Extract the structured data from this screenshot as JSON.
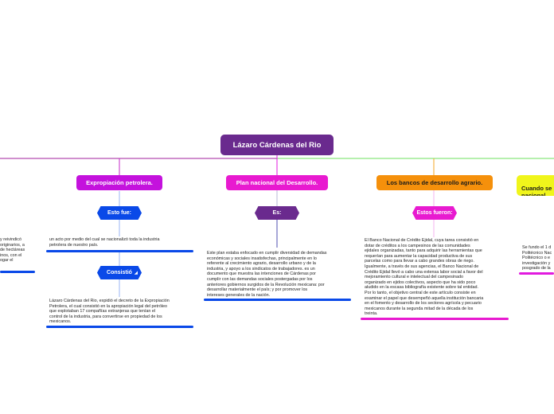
{
  "central": {
    "label": "Lázaro Cárdenas del Rio",
    "color": "#6a2a8e"
  },
  "colors": {
    "purple": "#6a2a8e",
    "magenta": "#e11adf",
    "pink": "#e81ad0",
    "orange": "#f5900b",
    "yellow": "#f0f51b",
    "blue": "#0a49e8",
    "dark_purple": "#6a2a8e",
    "green": "#6ee05c"
  },
  "branches": {
    "expropiacion": {
      "label": "Expropiación petrolera.",
      "sub1": "Esto fue:",
      "text1": "un acto por medio del cual se nacionalizó toda la industria\npetrolera de nuestro país.",
      "sub2": "Consistió",
      "text2": "Lázaro Cárdenas del Rio, expidió el decreto de la Expropiación\nPetrolera, el cual consistió en la apropiación legal del petróleo\nque explotaban 17 compañías extranjeras que tenían el\ncontrol de la industria, para convertirse en propiedad de los\nmexicanos."
    },
    "plan": {
      "label": "Plan nacional del Desarrollo.",
      "sub1": "Es:",
      "text1": "Este plan estaba enfocado en cumplir diversidad de demandas\neconómicas y sociales insatisfechas, principalmente en lo\nreferente al crecimiento agrario, desarrollo urbano y de la\nindustria, y apoyo a los sindicatos de trabajadores. es un\ndocumento que muestra las intenciones de Cárdenas por\ncumplir con las demandas sociales postergadas por los\nanteriores gobiernos surgidos de la Revolución mexicana: por\ndesarrollar materialmente el país; y por promover los\nintereses generales de la nación."
    },
    "bancos": {
      "label": "Los bancos de desarrollo agrario.",
      "sub1": "Estos fueron:",
      "text1": "El Banco Nacional de Crédito Ejidal, cuya tarea consistió en\ndotar de créditos a los campesinos de las comunidades\nejidales organizadas, tanto para adquirir las herramientas que\nrequerían para aumentar la capacidad productiva de sus\nparcelas como para llevar a cabo grandes obras de riego.\nIgualmente, a través de sus agencias, el Banco Nacional de\nCrédito Ejidal llevó a cabo una extensa labor social a favor del\nmejoramiento cultural e intelectual del campesinado\norganizado en ejidos colectivos, aspecto que ha sido poco\naludido en la escasa bibliografía existente sobre tal entidad.\nPor lo tanto, el objetivo central de este artículo consiste en\nexaminar el papel que desempeñó aquella institución bancaria\nen el fomento y desarrollo de los sectores agrícola y pecuario\nmexicanos durante la segunda mitad de la década de los\ntreinta."
    },
    "cuando": {
      "label": "Cuando se\nnacional.",
      "text1": "Se fundo el 1 d\nPolitécnico Nac\nPolitécnico o e\ninvestigación y\nposgrado de la"
    },
    "left": {
      "text1": "y reivindicó\n originarios, a\nde hectáreas\ninos, con el\nogar el"
    }
  }
}
